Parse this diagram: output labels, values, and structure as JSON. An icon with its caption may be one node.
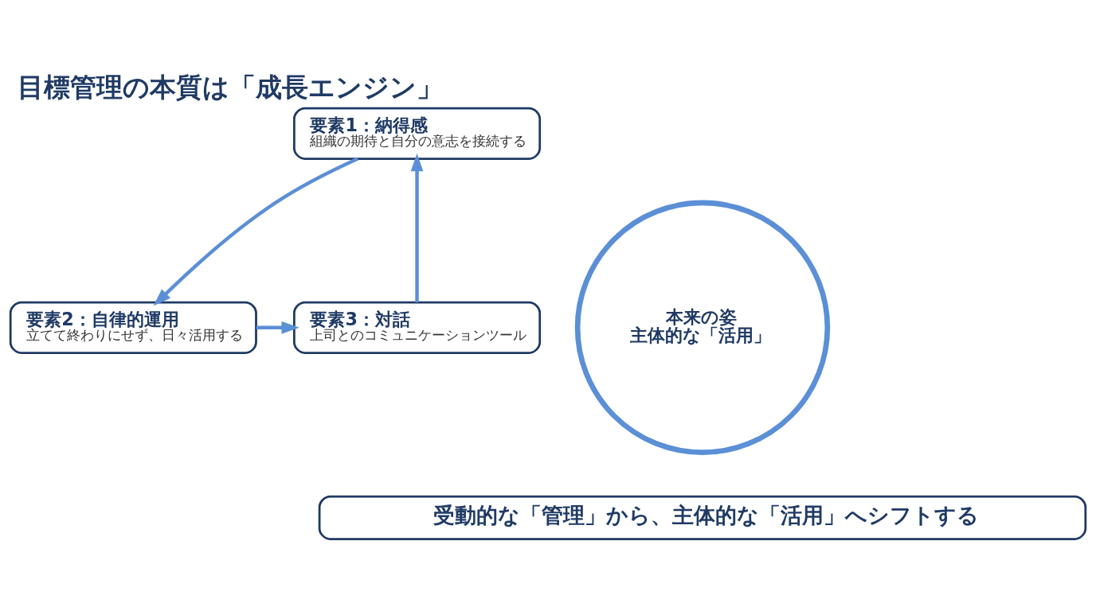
{
  "diagram": {
    "title": "目標管理の本質は「成長エンジン」",
    "nodes": [
      {
        "text": [
          "要素1：納得感",
          "組織の期待と自分の意志を接続する"
        ]
      },
      {
        "text": [
          "要素2：自律的運用",
          "立てて終わりにせず、日々活用する"
        ]
      },
      {
        "text": [
          "要素3：対話",
          "上司とのコミュニケーションツール"
        ]
      },
      {
        "text": [
          "本来の姿",
          "主体的な「活用」"
        ]
      },
      {
        "text": [
          "受動的な「管理」から、主体的な「活用」へシフトする"
        ]
      }
    ],
    "edges": [
      {
        "from": 0,
        "to": 1,
        "arrow": "to"
      },
      {
        "from": 1,
        "to": 2,
        "arrow": "to"
      },
      {
        "from": 2,
        "to": 0,
        "arrow": "to"
      }
    ]
  }
}
